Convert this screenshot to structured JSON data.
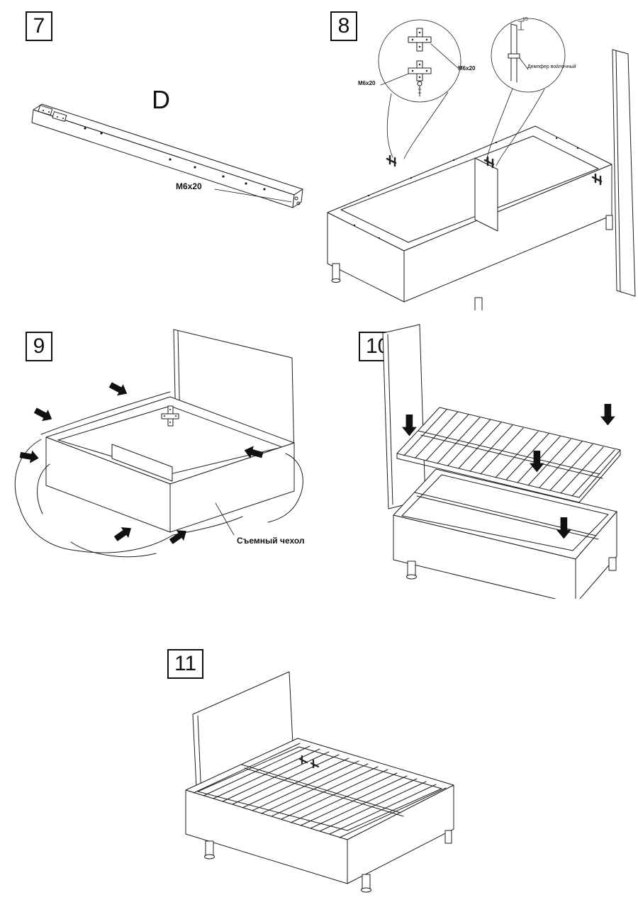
{
  "sheet": {
    "background": "#ffffff"
  },
  "steps": {
    "s7": {
      "number": "7",
      "part_label": "D",
      "hardware_label": "M6x20"
    },
    "s8": {
      "number": "8",
      "hardware_label_left": "M6x20",
      "hardware_label_right": "M6x20",
      "damper_label": "Демпфер войлочный",
      "dimension_label": "15"
    },
    "s9": {
      "number": "9",
      "cover_label": "Съемный чехол"
    },
    "s10": {
      "number": "10"
    },
    "s11": {
      "number": "11"
    }
  }
}
